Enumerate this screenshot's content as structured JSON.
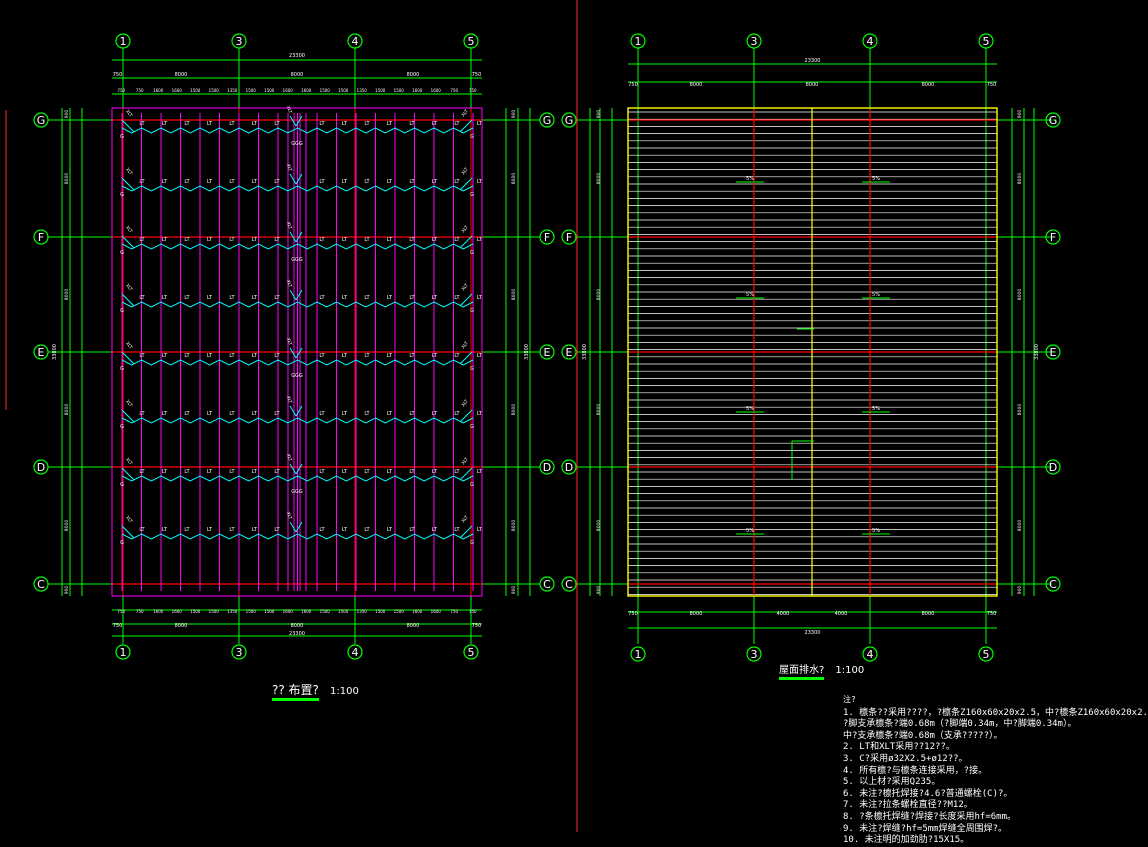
{
  "colors": {
    "background": "#000000",
    "axis_line": "#00ff00",
    "bubble": "#00ff00",
    "purlin": "#ff00ff",
    "strut": "#00ffff",
    "beam": "#ff0000",
    "roof_panel": "#ffffff",
    "roof_edge": "#ffff00",
    "text": "#ffffff"
  },
  "left_plan": {
    "column_axes": [
      "1",
      "3",
      "4",
      "5"
    ],
    "row_axes": [
      "G",
      "F",
      "E",
      "D",
      "C"
    ],
    "overall_dim_top": "23300",
    "overall_dim_bottom": "23300",
    "bay_dims_top": [
      "750",
      "8000",
      "8000",
      "8000",
      "750"
    ],
    "bay_dims_bottom": [
      "750",
      "8000",
      "8000",
      "8000",
      "750"
    ],
    "sub_dims_top": [
      "750",
      "750",
      "1600",
      "1600",
      "1500",
      "1500",
      "1350",
      "1500",
      "1500",
      "1600",
      "1600",
      "1500",
      "1500",
      "1350",
      "1500",
      "1500",
      "1600",
      "1600",
      "750",
      "750"
    ],
    "sub_dims_bottom": [
      "750",
      "750",
      "1600",
      "1600",
      "1500",
      "1500",
      "1350",
      "1500",
      "1500",
      "1600",
      "1600",
      "1500",
      "1500",
      "1350",
      "1500",
      "1500",
      "1600",
      "1600",
      "750",
      "750"
    ],
    "side_dims": [
      "900",
      "8000",
      "8000",
      "8000",
      "8000",
      "900"
    ],
    "overall_side_dim": "33800",
    "purlin_label": "LT",
    "brace_label": "XLT",
    "edge_label": "G",
    "title_text": "?? 布置?",
    "title_scale": "1:100"
  },
  "right_plan": {
    "column_axes": [
      "1",
      "3",
      "4",
      "5"
    ],
    "row_axes": [
      "G",
      "F",
      "E",
      "D",
      "C"
    ],
    "overall_dim_top": "23300",
    "overall_dim_bottom": "23300",
    "bay_dims_top": [
      "750",
      "8000",
      "8000",
      "8000",
      "750"
    ],
    "bay_dims_bottom": [
      "750",
      "8000",
      "4000",
      "4000",
      "8000",
      "750"
    ],
    "side_dims": [
      "900",
      "8000",
      "8000",
      "8000",
      "8000",
      "900"
    ],
    "overall_side_dim": "33800",
    "slope_label": "5%",
    "title_text": "屋面排水?",
    "title_scale": "1:100"
  },
  "notes": {
    "heading": "注?",
    "items": [
      "1. 檩条??采用????，?檩条Z160x60x20x2.5，中?檩条Z160x60x20x2.",
      "   ?脚支承檩条?端0.68m（?脚端0.34m，中?脚端0.34m）。",
      "   中?支承檩条?端0.68m（支承?????）。",
      "2. LT和XLT采用??12??。",
      "3. C?采用ø32X2.5+ø12??。",
      "4. 所有檩?与檩条连接采用，?接。",
      "5. 以上材?采用Q235。",
      "6. 未注?檩托焊接?4.6?普通螺栓(C)?。",
      "7. 未注?拉条螺栓直径??M12。",
      "8. ?条檩托焊缝?焊接?长度采用hf=6mm。",
      "9. 未注?焊缝?hf=5mm焊缝全周围焊?。",
      "10. 未注明的加劲肋?15X15。"
    ]
  }
}
